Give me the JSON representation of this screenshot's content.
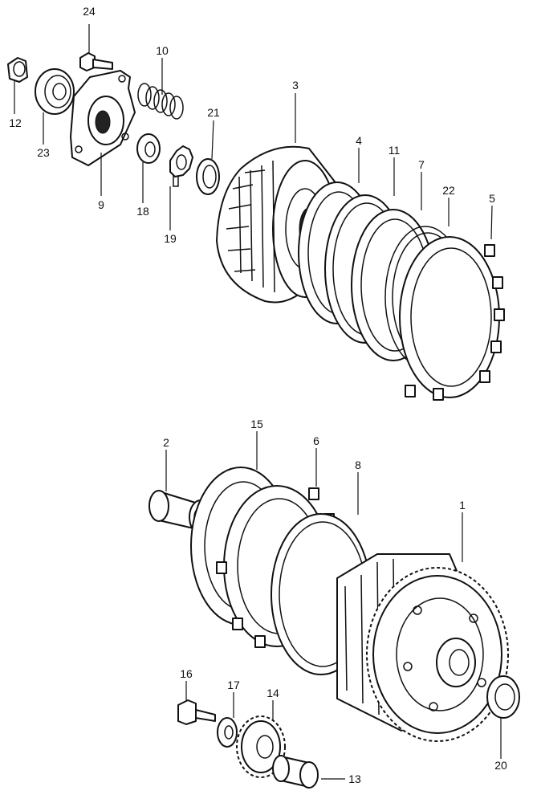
{
  "labels": {
    "p1": "1",
    "p2": "2",
    "p3": "3",
    "p4": "4",
    "p5": "5",
    "p6": "6",
    "p7": "7",
    "p8": "8",
    "p9": "9",
    "p10": "10",
    "p11": "11",
    "p12": "12",
    "p13": "13",
    "p14": "14",
    "p15": "15",
    "p16": "16",
    "p17": "17",
    "p18": "18",
    "p19": "19",
    "p20": "20",
    "p21": "21",
    "p22": "22",
    "p23": "23",
    "p24": "24"
  }
}
